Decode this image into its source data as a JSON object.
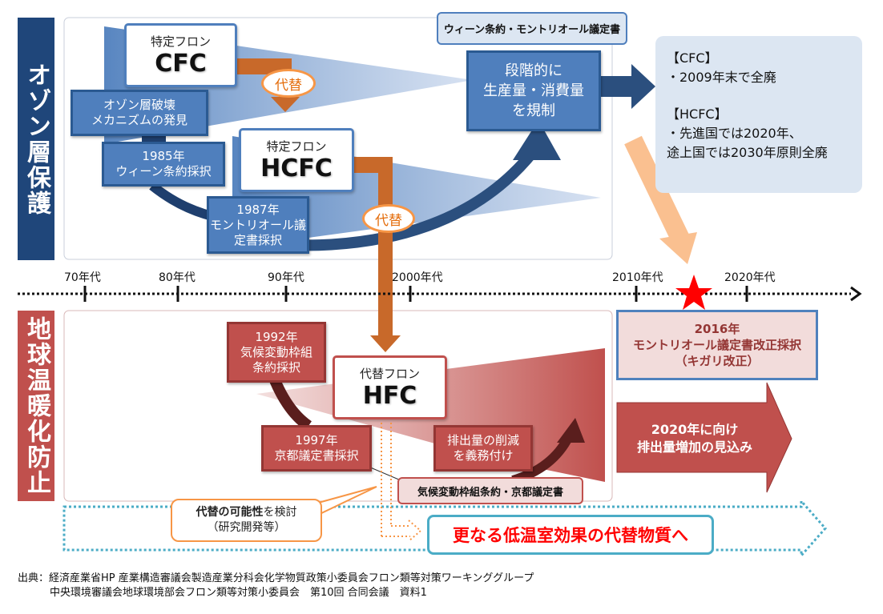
{
  "sections": {
    "ozone": {
      "label": "オゾン層保護",
      "color": "#1f467a"
    },
    "warming": {
      "label": "地球温暖化防止",
      "color": "#c0504d"
    }
  },
  "timeline": {
    "ticks": [
      "70年代",
      "80年代",
      "90年代",
      "2000年代",
      "2010年代",
      "2020年代"
    ],
    "marker": "star-icon"
  },
  "ozone": {
    "cfc": {
      "sub": "特定フロン",
      "name": "CFC"
    },
    "hcfc": {
      "sub": "特定フロン",
      "name": "HCFC"
    },
    "substitute_1": "代替",
    "substitute_2": "代替",
    "events": [
      {
        "line1": "オゾン層破壊",
        "line2": "メカニズムの発見"
      },
      {
        "line1": "1985年",
        "line2": "ウィーン条約採択"
      },
      {
        "line1": "1987年",
        "line2": "モントリオール議",
        "line3": "定書採択"
      }
    ],
    "treaty_tag": "ウィーン条約・モントリオール議定書",
    "regulation": {
      "line1": "段階的に",
      "line2": "生産量・消費量",
      "line3": "を規制"
    },
    "phaseout": {
      "cfc_head": "【CFC】",
      "cfc_body": "・2009年末で全廃",
      "hcfc_head": "【HCFC】",
      "hcfc_body1": "・先進国では2020年、",
      "hcfc_body2": "途上国では2030年原則全廃"
    }
  },
  "warming": {
    "hfc": {
      "sub": "代替フロン",
      "name": "HFC"
    },
    "events": [
      {
        "line1": "1992年",
        "line2": "気候変動枠組",
        "line3": "条約採択"
      },
      {
        "line1": "1997年",
        "line2": "京都議定書採択"
      }
    ],
    "obligation": {
      "line1": "排出量の削減",
      "line2": "を義務付け"
    },
    "treaty_tag": "気候変動枠組条約・京都議定書",
    "kigali": {
      "line1": "2016年",
      "line2": "モントリオール議定書改正採択",
      "line3": "（キガリ改正）"
    },
    "forecast": {
      "line1": "2020年に向け",
      "line2": "排出量増加の見込み"
    }
  },
  "research": {
    "callout_bold": "代替の可能性",
    "callout_rest": "を検討",
    "callout_line2": "（研究開発等）",
    "future": "更なる低温室効果の代替物質へ"
  },
  "source": {
    "line1": "出典：経済産業省HP 産業構造審議会製造産業分科会化学物質政策小委員会フロン類等対策ワーキンググループ",
    "line2": "中央環境審議会地球環境部会フロン類等対策小委員会　第10回 合同会議　資料1"
  },
  "colors": {
    "ozone_blue": "#4f7fbd",
    "dark_navy": "#1f467a",
    "warming_red": "#c0504d",
    "substitute_orange": "#c8692a",
    "highlight_orange": "#f79646",
    "star_red": "#ff0000",
    "future_teal": "#4bacc6"
  }
}
